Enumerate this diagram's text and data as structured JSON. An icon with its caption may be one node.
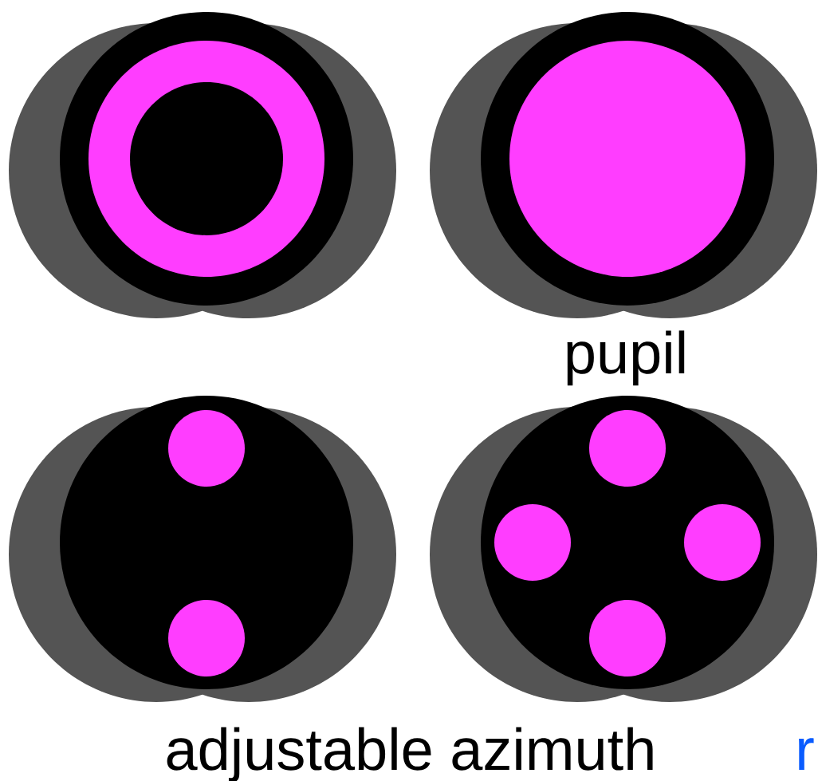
{
  "diagram": {
    "labels": [
      "pupil",
      "adjustable azimuth",
      "r"
    ]
  }
}
